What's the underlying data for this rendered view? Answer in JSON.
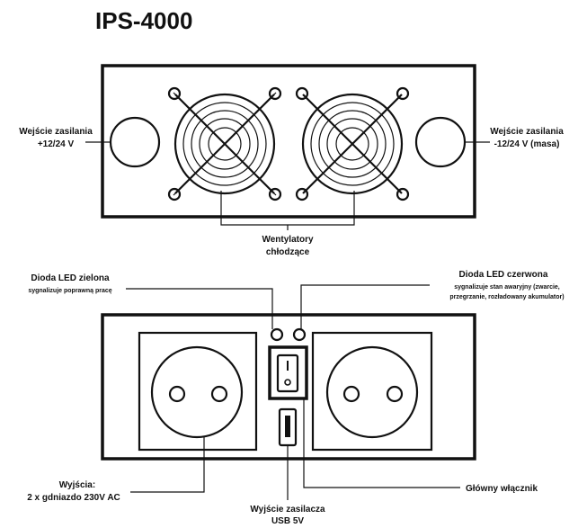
{
  "title": "IPS-4000",
  "top_panel": {
    "input_left": [
      "Wejście zasilania",
      "+12/24 V"
    ],
    "input_right": [
      "Wejście zasilania",
      "-12/24 V (masa)"
    ],
    "fans": [
      "Wentylatory",
      "chłodzące"
    ]
  },
  "bottom_panel": {
    "led_green": {
      "title": "Dioda LED zielona",
      "desc": [
        "sygnalizuje poprawną pracę"
      ]
    },
    "led_red": {
      "title": "Dioda LED czerwona",
      "desc": [
        "sygnalizuje stan awaryjny (zwarcie,",
        "przegrzanie, rozładowany akumulator)"
      ]
    },
    "outputs": [
      "Wyjścia:",
      "2 x gdniazdo 230V AC"
    ],
    "usb": [
      "Wyjście zasilacza",
      "USB 5V"
    ],
    "main_switch": "Główny włącznik"
  }
}
